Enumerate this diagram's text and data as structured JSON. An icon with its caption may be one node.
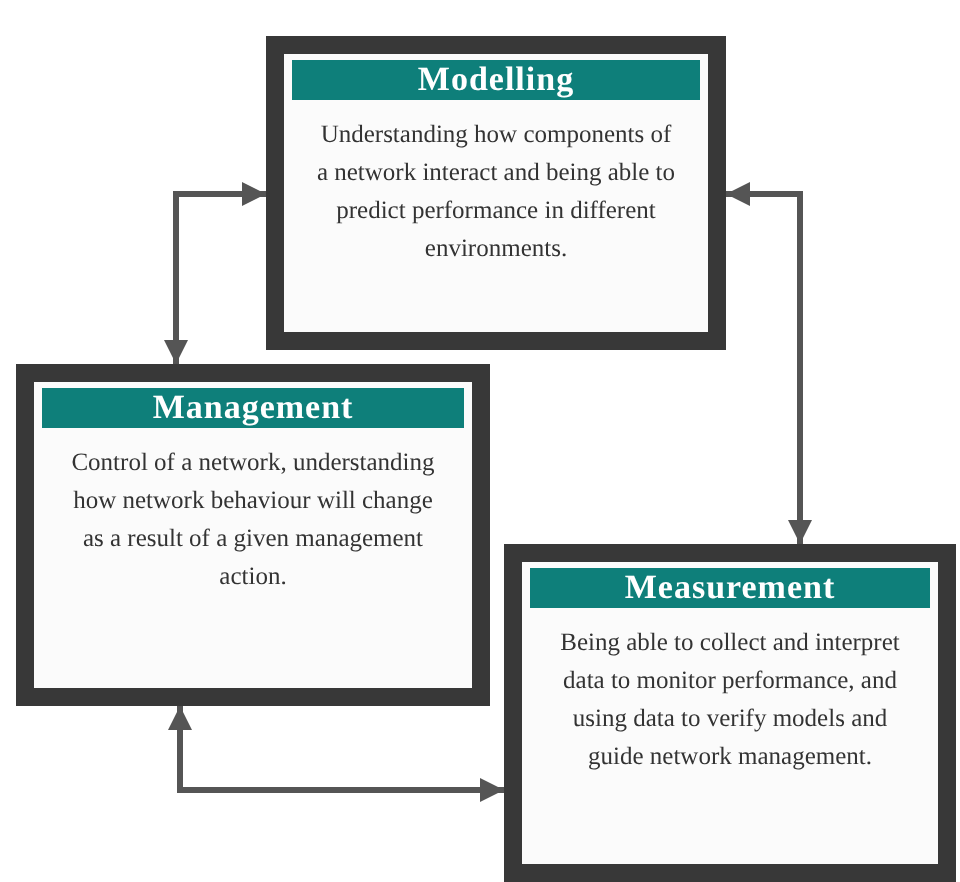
{
  "diagram": {
    "nodes": [
      {
        "text": [
          "Modelling",
          "Understanding how components of a network interact and being able to predict performance in different environments."
        ]
      },
      {
        "text": [
          "Management",
          "Control of a network, understanding how network behaviour will change as a result of a given management action."
        ]
      },
      {
        "text": [
          "Measurement",
          "Being able to collect and interpret data to monitor performance, and using data to verify models and guide network management."
        ]
      }
    ],
    "edges": [
      {
        "from": 0,
        "to": 1,
        "arrow": "both"
      },
      {
        "from": 0,
        "to": 2,
        "arrow": "both"
      },
      {
        "from": 1,
        "to": 2,
        "arrow": "both"
      }
    ]
  }
}
